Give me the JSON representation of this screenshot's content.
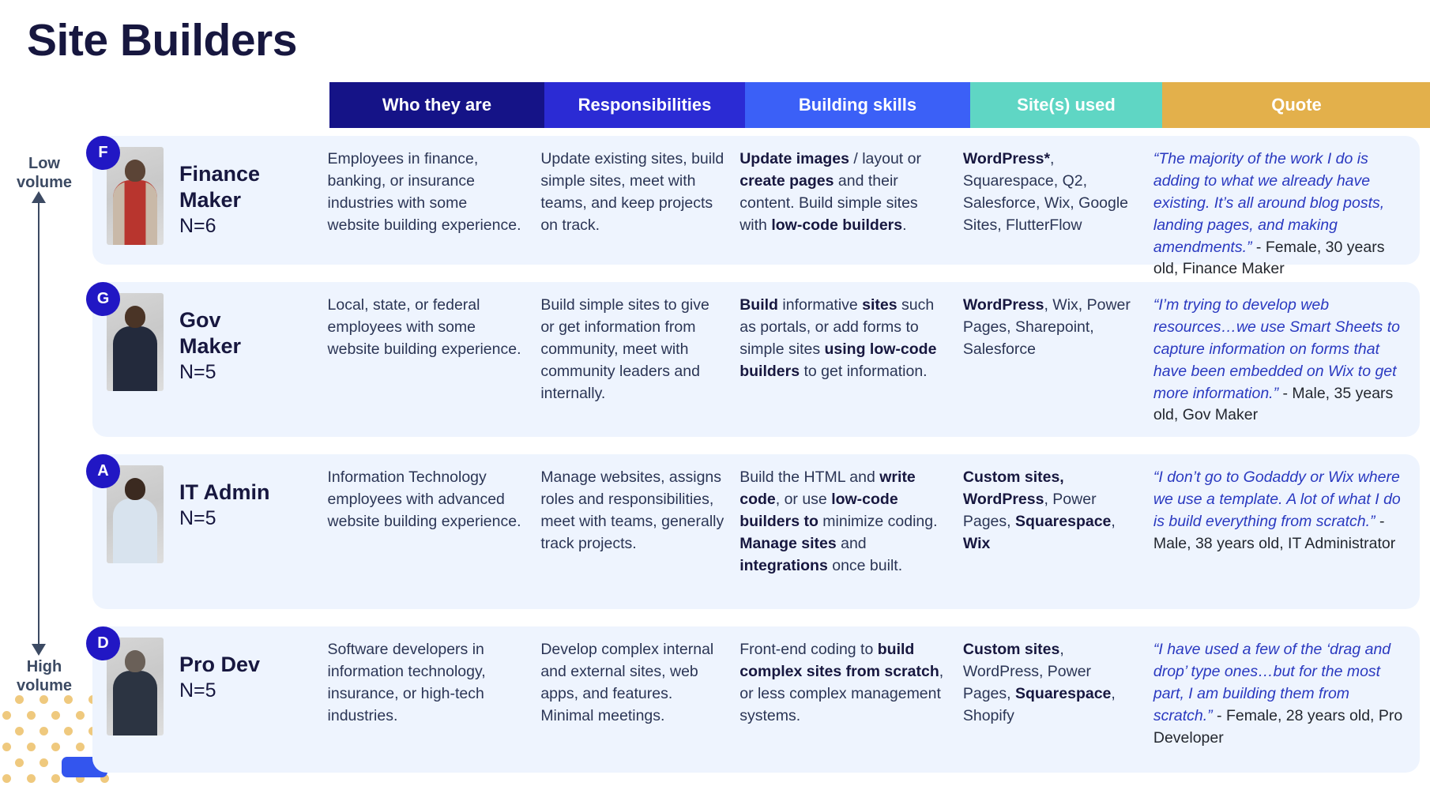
{
  "page_title": "Site Builders",
  "axis": {
    "top_label": "Low\nvolume",
    "bottom_label": "High\nvolume"
  },
  "colors": {
    "header_who": "#151387",
    "header_responsibilities": "#2b2bd4",
    "header_building_skills": "#3b60f7",
    "header_sites_used": "#5fd6c4",
    "header_quote": "#e3b04b",
    "row_background": "#eef4fe",
    "badge": "#2117c4",
    "quote_text": "#2a39c0",
    "title_text": "#17173f",
    "dot_grid": "#efc97e"
  },
  "headers": [
    {
      "label": "Who they are"
    },
    {
      "label": "Responsibilities"
    },
    {
      "label": "Building skills"
    },
    {
      "label": "Site(s) used"
    },
    {
      "label": "Quote"
    }
  ],
  "rows": [
    {
      "badge": "F",
      "name": "Finance\nMaker",
      "n": "N=6",
      "who_they_are": "Employees in finance, banking, or insurance industries with some website building experience.",
      "responsibilities": "Update existing sites, build simple sites, meet with teams, and keep projects on track.",
      "building_skills_html": "<b>Update images</b> / layout or <b>create pages</b> and their content. Build simple sites with <b>low-code builders</b>.",
      "sites_used_html": "<b>WordPress*</b>, Squarespace, Q2, Salesforce, Wix, Google Sites, FlutterFlow",
      "quote": "“The majority of the work I do is adding to what we already have existing. It’s all around blog posts, landing pages, and making amendments.”",
      "attribution": " - Female, 30 years old, Finance Maker"
    },
    {
      "badge": "G",
      "name": "Gov\nMaker",
      "n": "N=5",
      "who_they_are": "Local, state, or federal employees with some website building experience.",
      "responsibilities": "Build simple sites to give or get information from community, meet with community leaders and internally.",
      "building_skills_html": "<b>Build</b> informative <b>sites</b> such as portals, or add forms to simple sites <b>using low-code builders</b> to get information.",
      "sites_used_html": "<b>WordPress</b>, Wix, Power Pages, Sharepoint, Salesforce",
      "quote": "“I’m trying to develop web resources…we use Smart Sheets to capture information on forms that have been embedded on Wix to get more information.”",
      "attribution": " - Male, 35 years old, Gov Maker"
    },
    {
      "badge": "A",
      "name": "IT Admin",
      "n": "N=5",
      "who_they_are": "Information Technology employees with advanced website building experience.",
      "responsibilities": "Manage websites, assigns roles and responsibilities, meet with teams, generally track projects.",
      "building_skills_html": "Build the HTML and <b>write code</b>, or use <b>low-code builders to</b> minimize coding. <b>Manage sites</b> and <b>integrations</b> once built.",
      "sites_used_html": "<b>Custom sites, WordPress</b>, Power Pages, <b>Squarespace</b>, <b>Wix</b>",
      "quote": "“I don’t go to Godaddy or Wix where we use a template. A lot of what I do is build everything from scratch.”",
      "attribution": " - Male, 38 years old, IT Administrator"
    },
    {
      "badge": "D",
      "name": "Pro Dev",
      "n": "N=5",
      "who_they_are": "Software developers in information technology, insurance, or high-tech industries.",
      "responsibilities": "Develop complex internal and external sites, web apps, and features. Minimal meetings.",
      "building_skills_html": "Front-end coding to <b>build complex sites from scratch</b>, or less complex management systems.",
      "sites_used_html": "<b>Custom sites</b>, WordPress, Power Pages, <b>Squarespace</b>, Shopify",
      "quote": "“I have used a few of the ‘drag and drop’ type ones…but for the most part, I am building them from scratch.”",
      "attribution": " - Female, 28 years old, Pro Developer"
    }
  ]
}
